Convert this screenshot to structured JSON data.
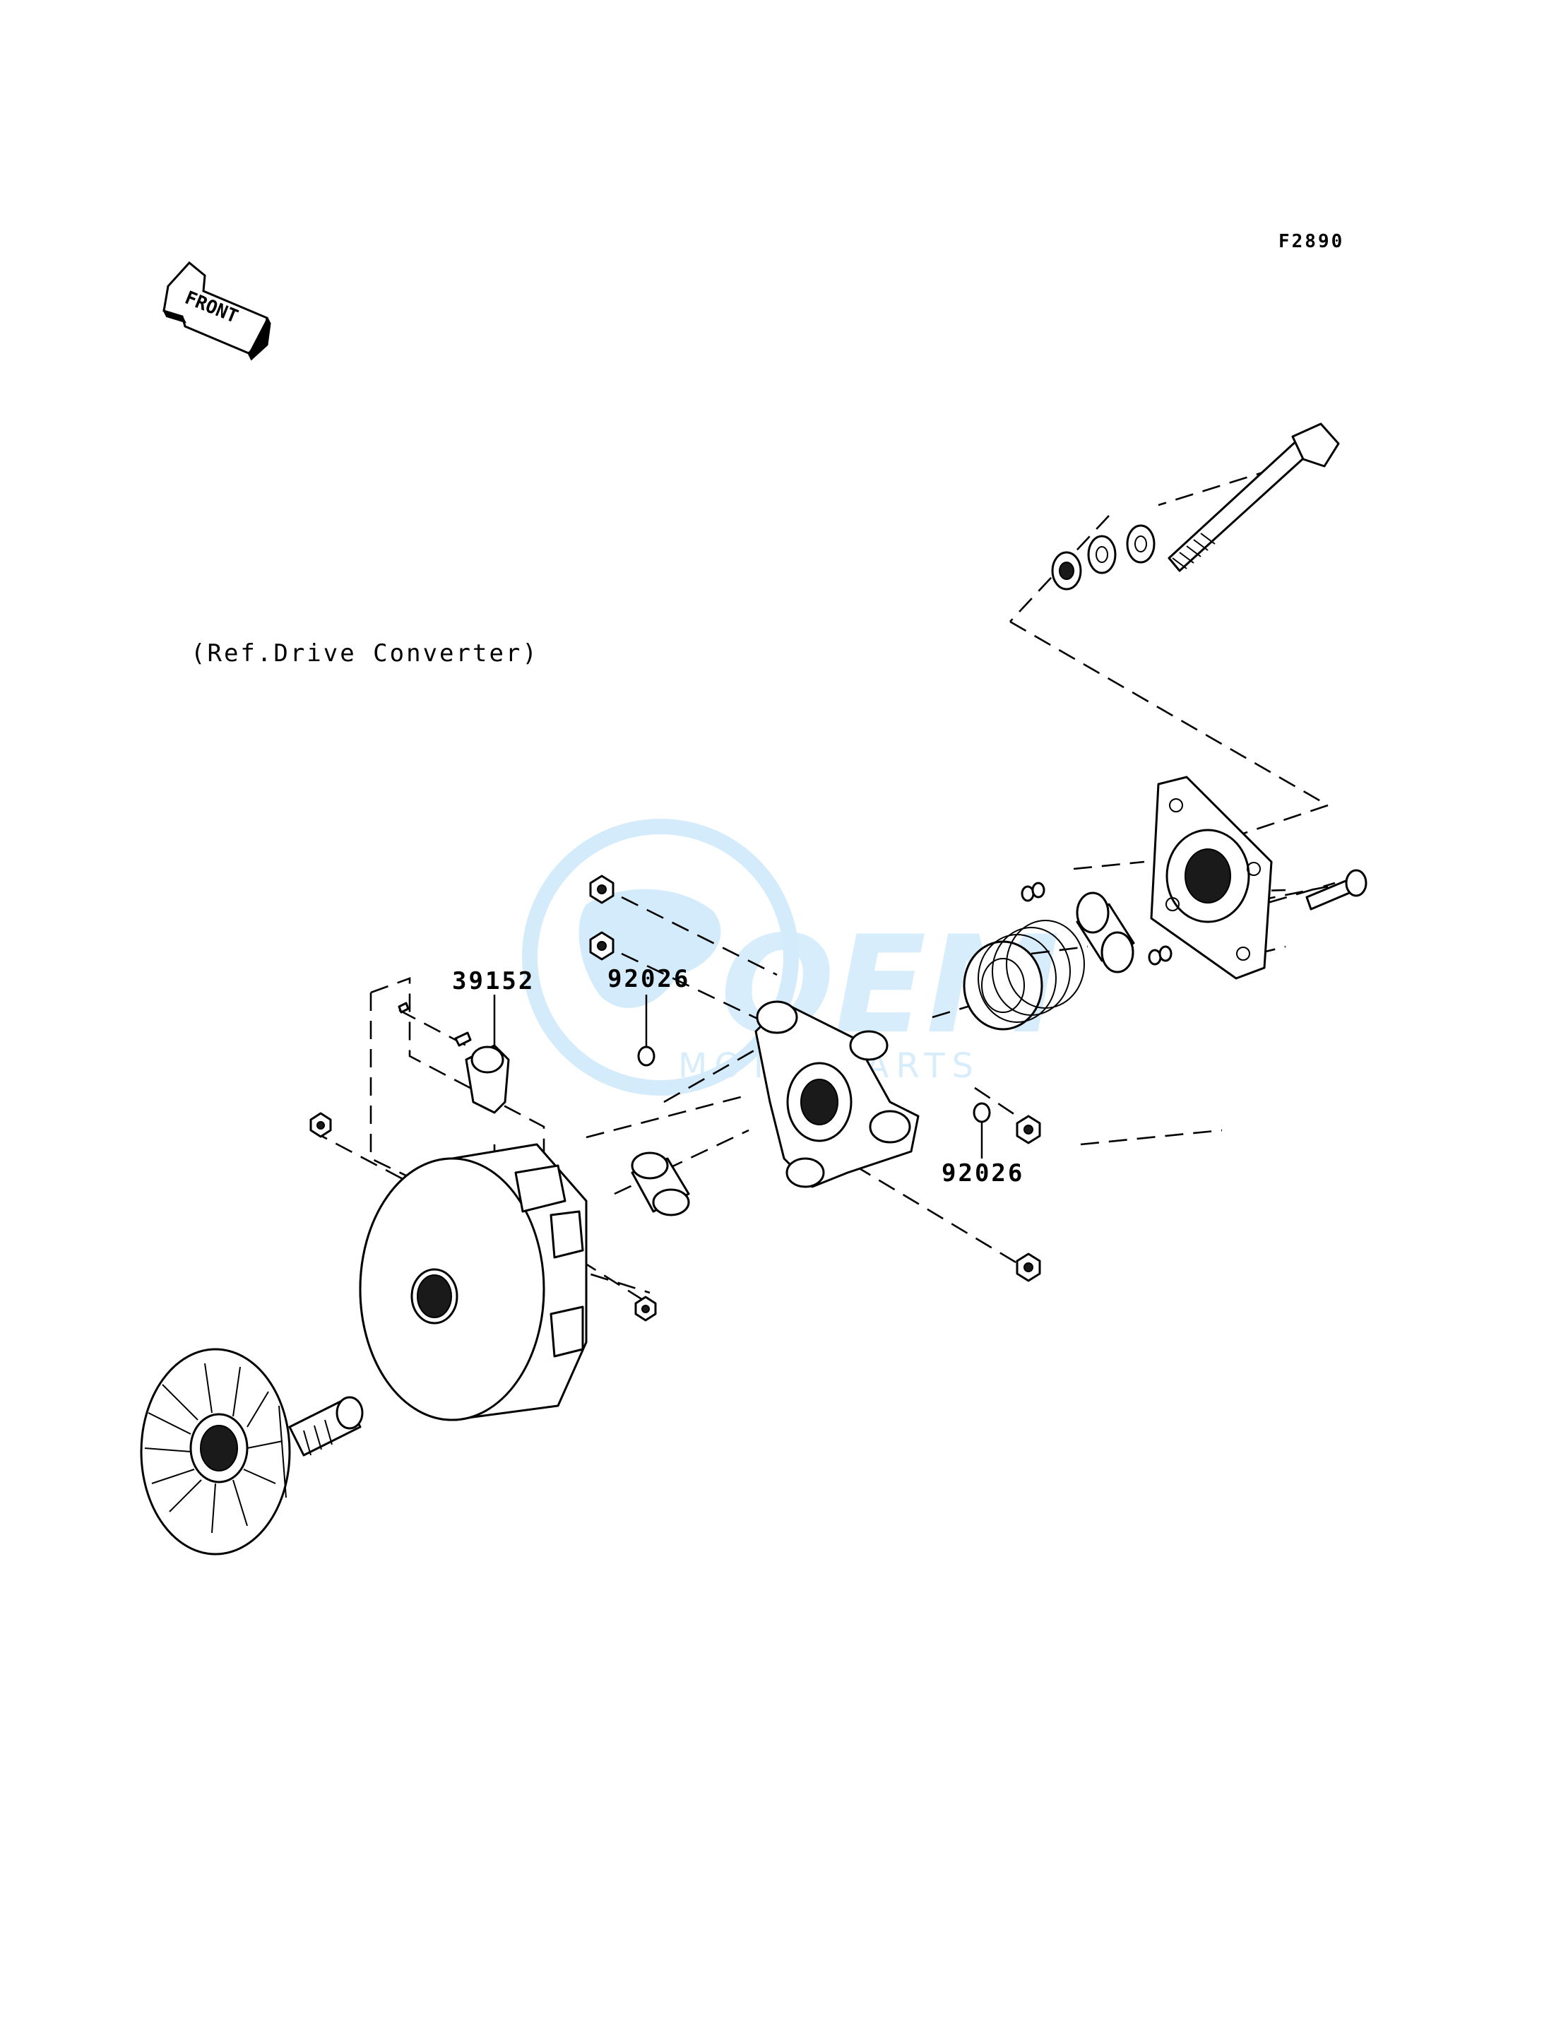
{
  "figure_code": "F2890",
  "front_label": "FRONT",
  "reference_note": "(Ref.Drive Converter)",
  "callouts": {
    "cam_weight": "39152",
    "pin_left": "92026",
    "pin_right": "92026"
  },
  "watermark": {
    "brand": "OEM",
    "subtitle": "MOTORPARTS",
    "color": "#9fd3f5"
  }
}
